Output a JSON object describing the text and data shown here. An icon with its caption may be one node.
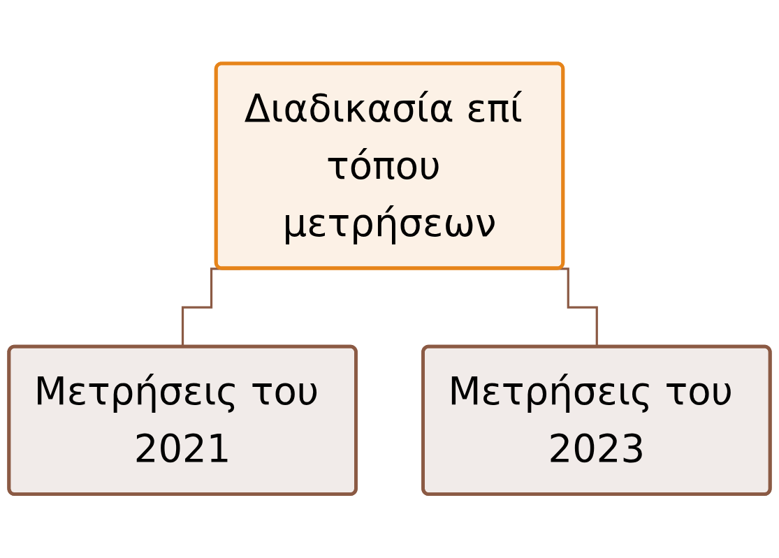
{
  "diagram": {
    "nodes": [
      {
        "text": [
          "Διαδικασία επί τόπου μετρήσεων"
        ]
      },
      {
        "text": [
          "Μετρήσεις του 2021"
        ]
      },
      {
        "text": [
          "Μετρήσεις του 2023"
        ]
      }
    ],
    "edges": [
      {
        "from": 0,
        "to": 1,
        "arrow": "none"
      },
      {
        "from": 0,
        "to": 2,
        "arrow": "none"
      }
    ]
  }
}
